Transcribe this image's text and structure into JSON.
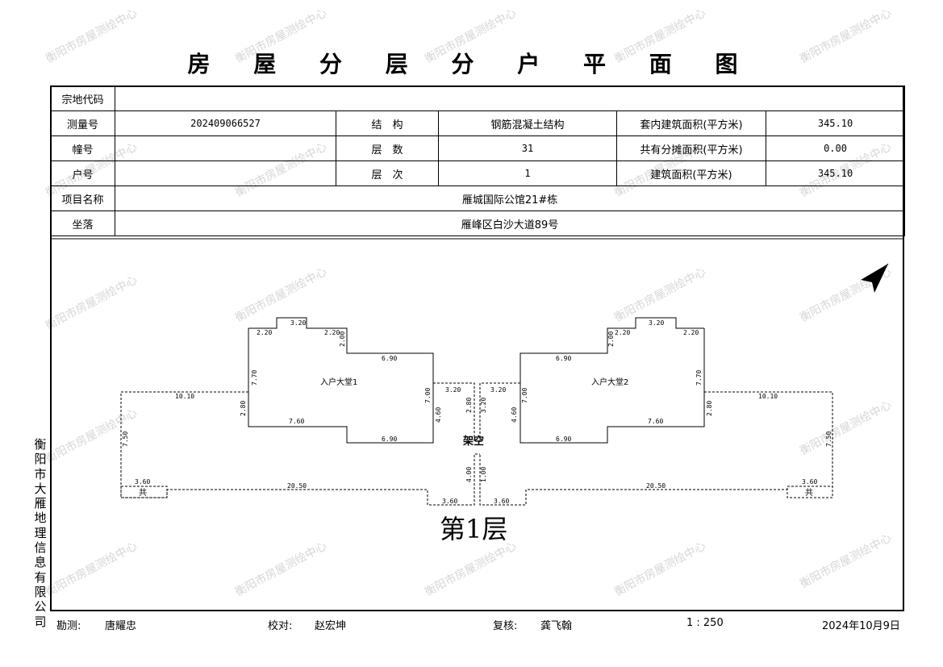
{
  "title": "房 屋 分 层 分 户 平 面 图",
  "info": {
    "parcel_code_label": "宗地代码",
    "parcel_code": "",
    "survey_no_label": "测量号",
    "survey_no": "202409066527",
    "structure_label": "结　构",
    "structure": "钢筋混凝土结构",
    "inner_area_label": "套内建筑面积(平方米)",
    "inner_area": "345.10",
    "building_label": "幢号",
    "building": "",
    "floors_label": "层　数",
    "floors": "31",
    "shared_area_label": "共有分摊面积(平方米)",
    "shared_area": "0.00",
    "unit_label": "户号",
    "unit": "",
    "floor_label": "层　次",
    "floor": "1",
    "build_area_label": "建筑面积(平方米)",
    "build_area": "345.10",
    "project_label": "项目名称",
    "project": "雁城国际公馆21#栋",
    "location_label": "坐落",
    "location": "雁峰区白沙大道89号"
  },
  "plan": {
    "floor_title": "第1层",
    "lobby1": "入户大堂1",
    "lobby2": "入户大堂2",
    "overhead": "架空",
    "shared_mark": "共",
    "dims": {
      "d320": "3.20",
      "d220": "2.20",
      "d200": "2.00",
      "d690": "6.90",
      "d770": "7.70",
      "d700": "7.00",
      "d460": "4.60",
      "d280": "2.80",
      "d760": "7.60",
      "d1010": "10.10",
      "d750": "7.50",
      "d360": "3.60",
      "d2050": "20.50",
      "d400": "4.00",
      "d100": "1.00"
    }
  },
  "company": [
    "衡",
    "阳",
    "市",
    "大",
    "雁",
    "地",
    "理",
    "信",
    "息",
    "有",
    "限",
    "公",
    "司"
  ],
  "footer": {
    "surveyor_label": "勘测:",
    "surveyor": "唐耀忠",
    "checker_label": "校对:",
    "checker": "赵宏坤",
    "reviewer_label": "复核:",
    "reviewer": "龚飞翰",
    "scale": "1 : 250",
    "date": "2024年10月9日"
  },
  "watermark": "衡阳市房屋测绘中心"
}
